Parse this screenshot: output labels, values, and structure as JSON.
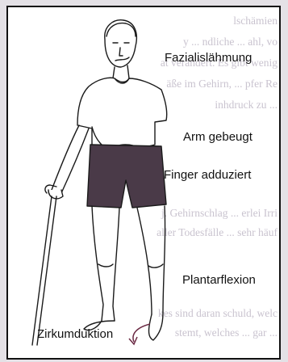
{
  "figure": {
    "labels": {
      "facial": "Fazialislähmung",
      "arm": "Arm gebeugt",
      "finger": "Finger adduziert",
      "plantar": "Plantarflexion",
      "circum": "Zirkumduktion"
    },
    "background_lines": [
      "lschämien",
      "y ... ndliche ... ahl, vo",
      "at verändert. Es gibt wenig",
      "äße im Gehirn, ... pfer Re",
      "inhdruck zu ...",
      "j. Gehirnschlag ... erlei Irri",
      "aller Todesfälle ... sehr häuf",
      "kes sind daran schuld, welc",
      "stemt, welches ... gar ..."
    ]
  }
}
